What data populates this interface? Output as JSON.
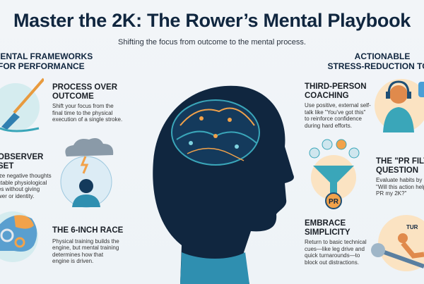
{
  "header": {
    "title": "Master the 2K: The Rower’s Mental Playbook",
    "subtitle": "Shifting the focus from outcome to the mental process."
  },
  "left": {
    "section_title": [
      "IENTAL FRAMEWORKS",
      "FOR PERFORMANCE"
    ],
    "items": [
      {
        "title": [
          "PROCESS OVER",
          "OUTCOME"
        ],
        "body": [
          "Shift your focus from the",
          "final time to the physical",
          "execution of a single stroke."
        ]
      },
      {
        "title": [
          "OBSERVER",
          "SET"
        ],
        "body": [
          "ize negative thoughts",
          "ctable physiological",
          "es without giving",
          "wer or identity."
        ]
      },
      {
        "title": [
          "THE 6-INCH RACE"
        ],
        "body": [
          "Physical training builds the",
          "engine, but mental training",
          "determines how that",
          "engine is driven."
        ]
      }
    ]
  },
  "right": {
    "section_title": [
      "ACTIONABLE",
      "STRESS-REDUCTION TO"
    ],
    "items": [
      {
        "title": [
          "THIRD-PERSON",
          "COACHING"
        ],
        "body": [
          "Use positive, external self-",
          "talk like \"You’ve got this\"",
          "to reinforce confidence",
          "during hard efforts."
        ]
      },
      {
        "title": [
          "THE \"PR FILT",
          "QUESTION"
        ],
        "body": [
          "Evaluate habits by a",
          "\"Will this action help",
          "PR my 2K?\""
        ]
      },
      {
        "title": [
          "EMBRACE",
          "SIMPLICITY"
        ],
        "body": [
          "Return to basic technical",
          "cues—like leg drive and",
          "quick turnarounds—to",
          "block out distractions."
        ]
      }
    ],
    "funnel_badge": "PR",
    "rower_label": "TUR"
  },
  "colors": {
    "navy": "#10263f",
    "teal": "#3aa6b9",
    "orange": "#f2a24a",
    "peach": "#fbe3c2"
  }
}
